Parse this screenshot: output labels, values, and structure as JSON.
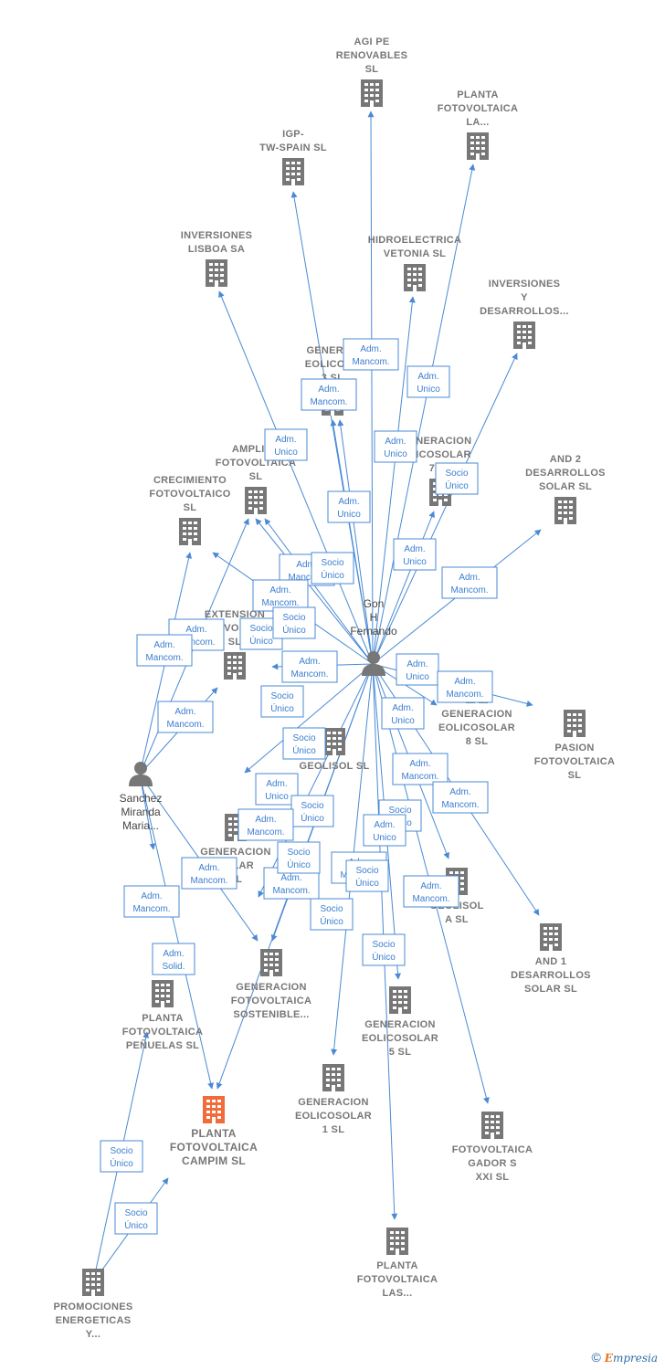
{
  "colors": {
    "edge": "#4a8ad4",
    "building": "#777777",
    "focus_building": "#f26b3a",
    "person": "#777777"
  },
  "footer": {
    "copyright": "©",
    "brand_initial": "E",
    "brand_rest": "mpresia"
  },
  "people": [
    {
      "id": "p_gonzalez",
      "name_lines": [
        "Gon",
        "H",
        "Fernando"
      ],
      "icon": "person-icon"
    },
    {
      "id": "p_sanchez",
      "name_lines": [
        "Sanchez",
        "Miranda",
        "Maria..."
      ],
      "icon": "person-icon"
    }
  ],
  "companies": [
    {
      "id": "agi",
      "name_lines": [
        "AGI PE",
        "RENOVABLES",
        "SL"
      ]
    },
    {
      "id": "pf_la",
      "name_lines": [
        "PLANTA",
        "FOTOVOLTAICA",
        "LA..."
      ]
    },
    {
      "id": "igp",
      "name_lines": [
        "IGP-",
        "TW-SPAIN  SL"
      ]
    },
    {
      "id": "inv_lisboa",
      "name_lines": [
        "INVERSIONES",
        "LISBOA SA"
      ]
    },
    {
      "id": "hidro",
      "name_lines": [
        "HIDROELECTRICA",
        "VETONIA SL"
      ]
    },
    {
      "id": "inv_des",
      "name_lines": [
        "INVERSIONES",
        "Y",
        "DESARROLLOS..."
      ]
    },
    {
      "id": "gen_eol3",
      "name_lines": [
        "GENERAC",
        "EOLICOSO",
        "3  SL"
      ]
    },
    {
      "id": "gen_eol7",
      "name_lines": [
        "ENERACION",
        "LICOSOLAR",
        "7  SL"
      ]
    },
    {
      "id": "ampliac",
      "name_lines": [
        "AMPLIAC",
        "FOTOVOLTAICA",
        "SL"
      ]
    },
    {
      "id": "crec",
      "name_lines": [
        "CRECIMIENTO",
        "FOTOVOLTAICO",
        "SL"
      ]
    },
    {
      "id": "and2",
      "name_lines": [
        "AND 2",
        "DESARROLLOS",
        "SOLAR  SL"
      ]
    },
    {
      "id": "extension",
      "name_lines": [
        "EXTENSION",
        "VOL",
        "SL"
      ]
    },
    {
      "id": "gen_eol8",
      "name_lines": [
        "GENERACION",
        "EOLICOSOLAR",
        "8  SL"
      ]
    },
    {
      "id": "pasion",
      "name_lines": [
        "PASION",
        "FOTOVOLTAICA",
        "SL"
      ]
    },
    {
      "id": "geolisol",
      "name_lines": [
        "GEOLISOL  SL"
      ]
    },
    {
      "id": "gen_solar",
      "name_lines": [
        "GENERACION",
        "SOLAR",
        "SL"
      ]
    },
    {
      "id": "geolisol_a",
      "name_lines": [
        "GEOLISOL",
        "A  SL"
      ]
    },
    {
      "id": "and1",
      "name_lines": [
        "AND 1",
        "DESARROLLOS",
        "SOLAR  SL"
      ]
    },
    {
      "id": "gen_foto_sost",
      "name_lines": [
        "GENERACION",
        "FOTOVOLTAICA",
        "SOSTENIBLE..."
      ]
    },
    {
      "id": "pf_penuelas",
      "name_lines": [
        "PLANTA",
        "FOTOVOLTAICA",
        "PEÑUELAS SL"
      ]
    },
    {
      "id": "gen_eol5",
      "name_lines": [
        "GENERACION",
        "EOLICOSOLAR",
        "5  SL"
      ]
    },
    {
      "id": "gen_eol1",
      "name_lines": [
        "GENERACION",
        "EOLICOSOLAR",
        "1  SL"
      ]
    },
    {
      "id": "pf_campim",
      "name_lines": [
        "PLANTA",
        "FOTOVOLTAICA",
        "CAMPIM  SL"
      ],
      "focus": true
    },
    {
      "id": "gador",
      "name_lines": [
        "FOTOVOLTAICA",
        "GADOR S",
        "XXI  SL"
      ]
    },
    {
      "id": "pf_las",
      "name_lines": [
        "PLANTA",
        "FOTOVOLTAICA",
        "LAS..."
      ]
    },
    {
      "id": "promociones",
      "name_lines": [
        "PROMOCIONES",
        "ENERGETICAS",
        "Y..."
      ]
    }
  ],
  "edge_labels": [
    {
      "id": "l1",
      "lines": [
        "Adm.",
        "Mancom."
      ]
    },
    {
      "id": "l2",
      "lines": [
        "Adm.",
        "Mancom."
      ]
    },
    {
      "id": "l3",
      "lines": [
        "Adm.",
        "Unico"
      ]
    },
    {
      "id": "l4",
      "lines": [
        "Adm.",
        "Unico"
      ]
    },
    {
      "id": "l5",
      "lines": [
        "Adm.",
        "Unico"
      ]
    },
    {
      "id": "l6",
      "lines": [
        "Adm.",
        "Unico"
      ]
    },
    {
      "id": "l7",
      "lines": [
        "Socio",
        "Único"
      ]
    },
    {
      "id": "l8",
      "lines": [
        "Adm.",
        "Unico"
      ]
    },
    {
      "id": "l9",
      "lines": [
        "Adm.",
        "Mancom."
      ]
    },
    {
      "id": "l10",
      "lines": [
        "Adm.",
        "Mancom."
      ]
    },
    {
      "id": "l11",
      "lines": [
        "Socio",
        "Único"
      ]
    },
    {
      "id": "l12",
      "lines": [
        "Adm.",
        "Mancom."
      ]
    },
    {
      "id": "l13",
      "lines": [
        "Adm.",
        "Mancom."
      ]
    },
    {
      "id": "l14",
      "lines": [
        "Socio",
        "Único"
      ]
    },
    {
      "id": "l15",
      "lines": [
        "Socio",
        "Único"
      ]
    },
    {
      "id": "l16",
      "lines": [
        "Adm.",
        "Mancom."
      ]
    },
    {
      "id": "l17",
      "lines": [
        "Adm.",
        "Mancom."
      ]
    },
    {
      "id": "l18",
      "lines": [
        "Adm.",
        "Mancom."
      ]
    },
    {
      "id": "l19",
      "lines": [
        "Adm.",
        "Unico"
      ]
    },
    {
      "id": "l20",
      "lines": [
        "Adm.",
        "Mancom."
      ]
    },
    {
      "id": "l21",
      "lines": [
        "Socio",
        "Único"
      ]
    },
    {
      "id": "l22",
      "lines": [
        "Adm.",
        "Unico"
      ]
    },
    {
      "id": "l23",
      "lines": [
        "Socio",
        "Único"
      ]
    },
    {
      "id": "l24",
      "lines": [
        "Adm.",
        "Mancom."
      ]
    },
    {
      "id": "l25",
      "lines": [
        "Adm.",
        "Unico"
      ]
    },
    {
      "id": "l26",
      "lines": [
        "Adm.",
        "Mancom."
      ]
    },
    {
      "id": "l27",
      "lines": [
        "Socio",
        "Único"
      ]
    },
    {
      "id": "l28",
      "lines": [
        "Adm.",
        "Mancom."
      ]
    },
    {
      "id": "l29",
      "lines": [
        "Socio",
        "Único"
      ]
    },
    {
      "id": "l30",
      "lines": [
        "Adm.",
        "Unico"
      ]
    },
    {
      "id": "l31",
      "lines": [
        "Adm.",
        "Mancom."
      ]
    },
    {
      "id": "l32",
      "lines": [
        "Adm.",
        "Mancom."
      ]
    },
    {
      "id": "l33",
      "lines": [
        "Socio",
        "Único"
      ]
    },
    {
      "id": "l34",
      "lines": [
        "Adm.",
        "Mancom."
      ]
    },
    {
      "id": "l35",
      "lines": [
        "Adm.",
        "Mancom."
      ]
    },
    {
      "id": "l36",
      "lines": [
        "Adm.",
        "Mancom."
      ]
    },
    {
      "id": "l37",
      "lines": [
        "Socio",
        "Único"
      ]
    },
    {
      "id": "l38",
      "lines": [
        "Adm.",
        "Solid."
      ]
    },
    {
      "id": "l39",
      "lines": [
        "Socio",
        "Único"
      ]
    },
    {
      "id": "l40",
      "lines": [
        "Socio",
        "Único"
      ]
    },
    {
      "id": "l41",
      "lines": [
        "Socio",
        "Único"
      ]
    },
    {
      "id": "l42",
      "lines": [
        "Socio",
        "Único"
      ]
    }
  ]
}
